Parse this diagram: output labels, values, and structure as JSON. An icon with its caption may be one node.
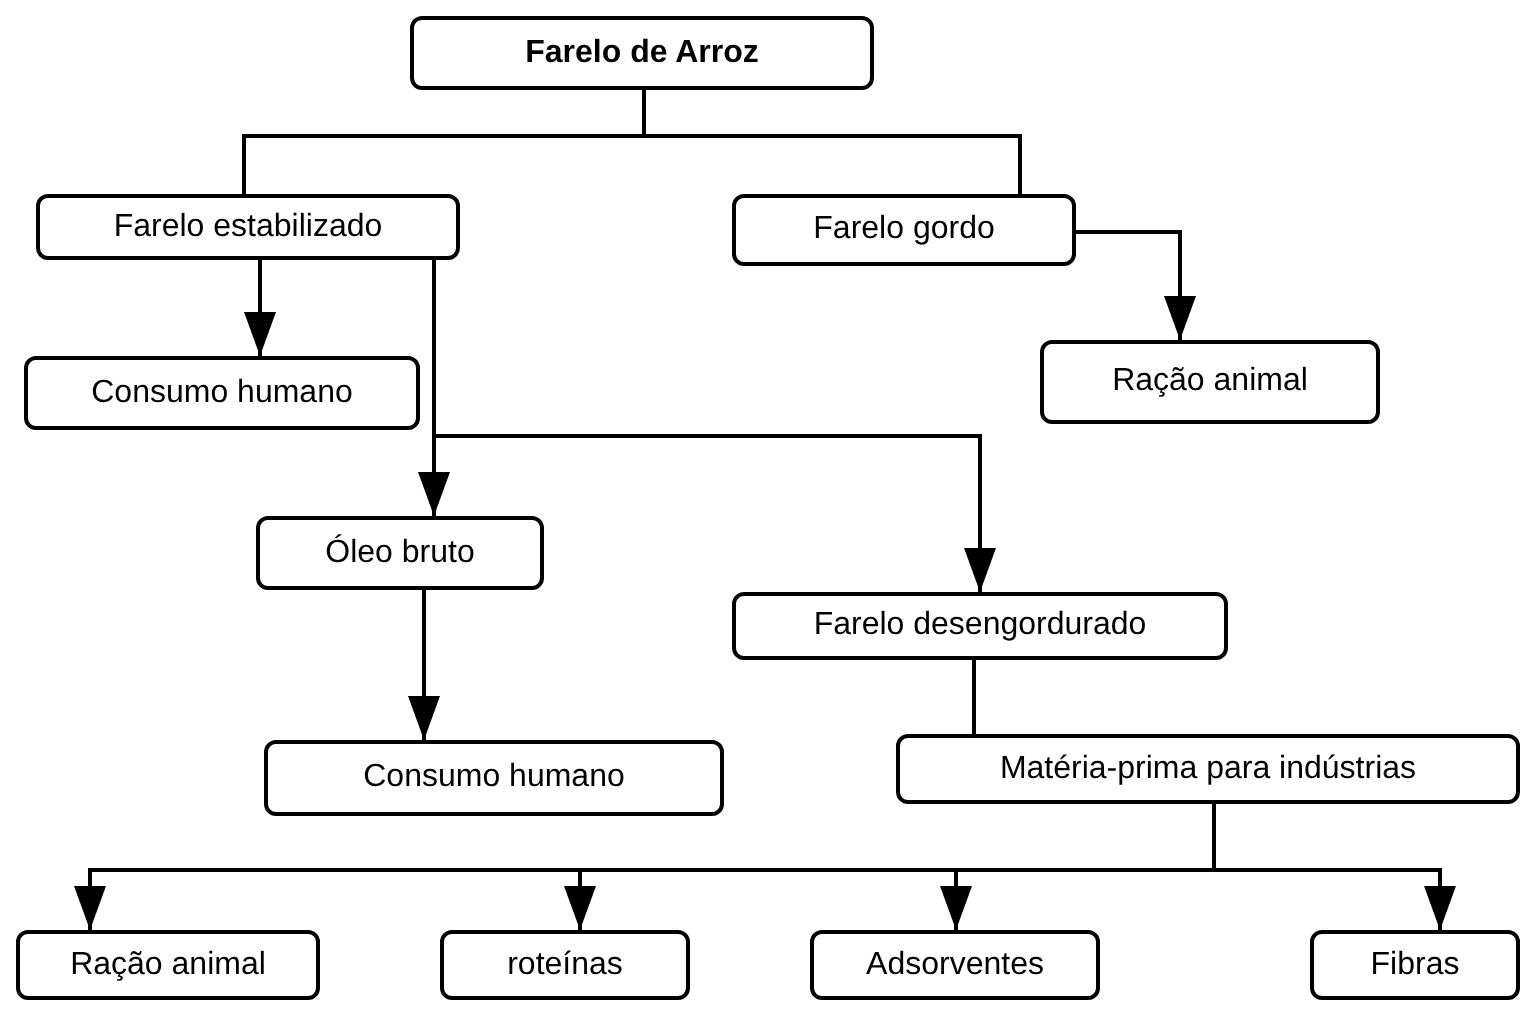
{
  "diagram": {
    "nodes": [
      {
        "text": [
          "Farelo de Arroz"
        ]
      },
      {
        "text": [
          "Farelo estabilizado"
        ]
      },
      {
        "text": [
          "Farelo gordo"
        ]
      },
      {
        "text": [
          "Consumo humano"
        ]
      },
      {
        "text": [
          "Ração animal"
        ]
      },
      {
        "text": [
          "Óleo bruto"
        ]
      },
      {
        "text": [
          "Farelo desengordurado"
        ]
      },
      {
        "text": [
          "Consumo humano"
        ]
      },
      {
        "text": [
          "Matéria-prima para indústrias"
        ]
      },
      {
        "text": [
          "Ração animal"
        ]
      },
      {
        "text": [
          "roteínas"
        ]
      },
      {
        "text": [
          "Adsorventes"
        ]
      },
      {
        "text": [
          "Fibras"
        ]
      }
    ],
    "edges": [
      {
        "from": 0,
        "to": 1,
        "arrow": "none"
      },
      {
        "from": 0,
        "to": 2,
        "arrow": "none"
      },
      {
        "from": 1,
        "to": 3,
        "arrow": "to"
      },
      {
        "from": 1,
        "to": 5,
        "arrow": "to"
      },
      {
        "from": 1,
        "to": 6,
        "arrow": "to"
      },
      {
        "from": 2,
        "to": 4,
        "arrow": "to"
      },
      {
        "from": 5,
        "to": 7,
        "arrow": "to"
      },
      {
        "from": 6,
        "to": 8,
        "arrow": "none"
      },
      {
        "from": 8,
        "to": 9,
        "arrow": "to"
      },
      {
        "from": 8,
        "to": 10,
        "arrow": "to"
      },
      {
        "from": 8,
        "to": 11,
        "arrow": "to"
      },
      {
        "from": 8,
        "to": 12,
        "arrow": "to"
      }
    ]
  }
}
